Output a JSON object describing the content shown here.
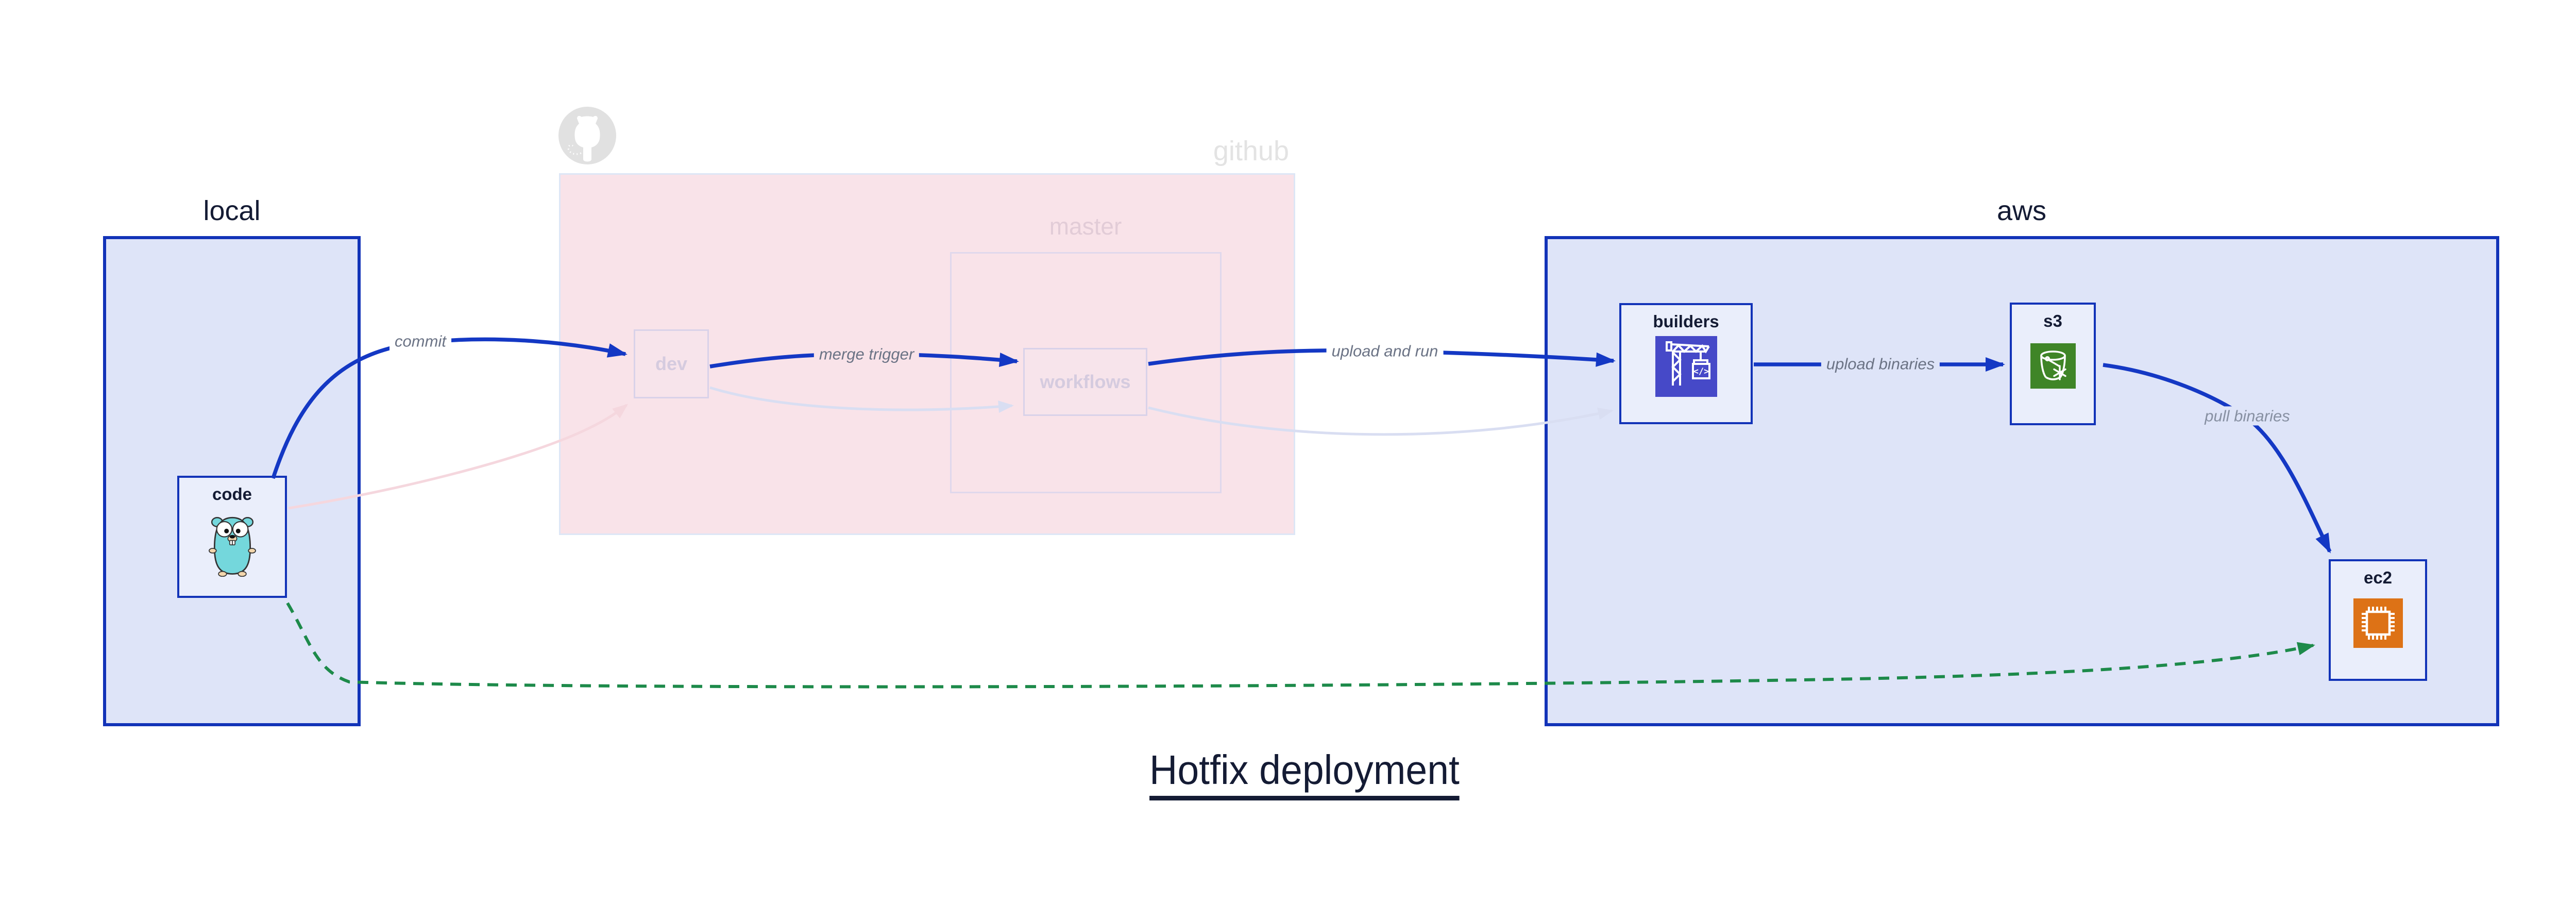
{
  "title": "Hotfix deployment",
  "groups": {
    "local": {
      "label": "local"
    },
    "github": {
      "label": "github",
      "master_label": "master"
    },
    "aws": {
      "label": "aws"
    }
  },
  "nodes": {
    "code": {
      "label": "code",
      "icon": "go-gopher-icon"
    },
    "dev": {
      "label": "dev"
    },
    "workflows": {
      "label": "workflows"
    },
    "builders": {
      "label": "builders",
      "icon": "aws-codebuild-icon"
    },
    "s3": {
      "label": "s3",
      "icon": "aws-s3-glacier-icon"
    },
    "ec2": {
      "label": "ec2",
      "icon": "aws-ec2-icon"
    }
  },
  "edges": [
    {
      "from": "code",
      "to": "dev",
      "label": "commit",
      "style": "solid-blue"
    },
    {
      "from": "dev",
      "to": "workflows",
      "label": "merge trigger",
      "style": "solid-blue"
    },
    {
      "from": "workflows",
      "to": "builders",
      "label": "upload and run",
      "style": "solid-blue"
    },
    {
      "from": "builders",
      "to": "s3",
      "label": "upload binaries",
      "style": "solid-blue"
    },
    {
      "from": "s3",
      "to": "ec2",
      "label": "pull binaries",
      "style": "solid-blue"
    },
    {
      "from": "code",
      "to": "ec2",
      "label": "",
      "style": "dashed-green"
    },
    {
      "from": "code",
      "to": "dev",
      "label": "",
      "style": "faded-pink"
    },
    {
      "from": "dev",
      "to": "workflows",
      "label": "",
      "style": "faded-lavender"
    },
    {
      "from": "workflows",
      "to": "builders",
      "label": "",
      "style": "faded-lavender"
    }
  ],
  "colors": {
    "border_blue": "#1233b8",
    "arrow_blue": "#1438c4",
    "arrow_green": "#1d8a4a",
    "arrow_pink": "#f5d7de",
    "arrow_lavender": "#d9def2",
    "group_fill": "#dee4f8",
    "node_fill": "#eaeefb",
    "github_fill": "#f9e3e9",
    "github_border": "#dde6f6",
    "master_border": "#e0d8ec",
    "faded_node_border": "#d9d2e9",
    "faded_node_fill": "#f7e4eb",
    "faded_node_text": "#d5cbdf",
    "master_text": "#e2ccd7",
    "github_gray": "#e3e3e3",
    "octocat_gray": "#e1e1e1",
    "gray_label": "#6b7385",
    "light_gray_label": "#8790a2",
    "dark_text": "#141b34",
    "codebuild_bg": "#4649c8",
    "s3_bg": "#3f8527",
    "ec2_bg": "#dd7216",
    "gopher_teal": "#74d7dc",
    "gopher_snout": "#f3d6ac"
  }
}
